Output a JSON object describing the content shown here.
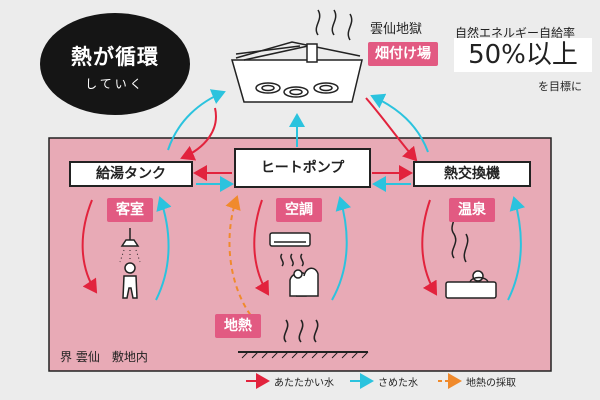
{
  "badge": {
    "line1": "熱が循環",
    "line2": "していく"
  },
  "source": {
    "name": "雲仙地獄",
    "label": "畑付け場"
  },
  "goal": {
    "caption": "自然エネルギー自給率",
    "value": "50%以上",
    "suffix": "を目標に"
  },
  "boxes": {
    "left": "給湯タンク",
    "center": "ヒートポンプ",
    "right": "熱交換機"
  },
  "tags": {
    "guestroom": "客室",
    "aircon": "空調",
    "hotspring": "温泉",
    "geothermal": "地熱"
  },
  "site_label": "界 雲仙　敷地内",
  "legend": {
    "warm": "あたたかい水",
    "cool": "さめた水",
    "geo": "地熱の採取"
  },
  "colors": {
    "warm": "#e2233d",
    "cool": "#2bc3de",
    "geo": "#f08a2c",
    "site_bg": "#e8aab6",
    "tag_bg": "#e25a82"
  }
}
